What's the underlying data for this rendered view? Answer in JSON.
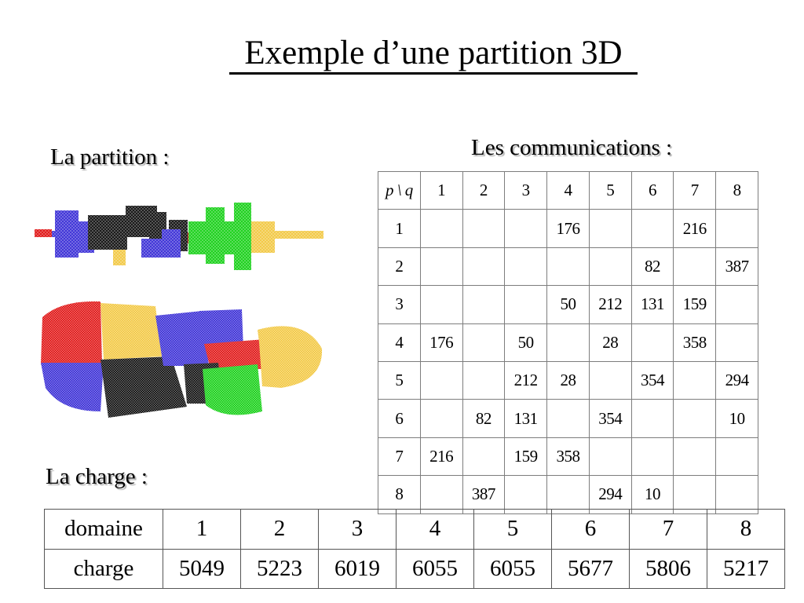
{
  "title": "Exemple d’une partition 3D",
  "partition_label": "La partition :",
  "communications_label": "Les communications :",
  "charge_label": "La charge :",
  "comm_table": {
    "corner": "p \\ q",
    "columns": [
      "1",
      "2",
      "3",
      "4",
      "5",
      "6",
      "7",
      "8"
    ],
    "rows": [
      {
        "p": "1",
        "cells": [
          "",
          "",
          "",
          "176",
          "",
          "",
          "216",
          ""
        ]
      },
      {
        "p": "2",
        "cells": [
          "",
          "",
          "",
          "",
          "",
          "82",
          "",
          "387"
        ]
      },
      {
        "p": "3",
        "cells": [
          "",
          "",
          "",
          "50",
          "212",
          "131",
          "159",
          ""
        ]
      },
      {
        "p": "4",
        "cells": [
          "176",
          "",
          "50",
          "",
          "28",
          "",
          "358",
          ""
        ]
      },
      {
        "p": "5",
        "cells": [
          "",
          "",
          "212",
          "28",
          "",
          "354",
          "",
          "294"
        ]
      },
      {
        "p": "6",
        "cells": [
          "",
          "82",
          "131",
          "",
          "354",
          "",
          "",
          "10"
        ]
      },
      {
        "p": "7",
        "cells": [
          "216",
          "",
          "159",
          "358",
          "",
          "",
          "",
          ""
        ]
      },
      {
        "p": "8",
        "cells": [
          "",
          "387",
          "",
          "",
          "294",
          "10",
          "",
          ""
        ]
      }
    ]
  },
  "charge_table": {
    "row1_label": "domaine",
    "row2_label": "charge",
    "domains": [
      "1",
      "2",
      "3",
      "4",
      "5",
      "6",
      "7",
      "8"
    ],
    "charges": [
      "5049",
      "5223",
      "6019",
      "6055",
      "6055",
      "5677",
      "5806",
      "5217"
    ]
  },
  "domain_colors": {
    "blue": "#3b2fd6",
    "black": "#111111",
    "red": "#e01515",
    "green": "#18d018",
    "yellow": "#f2c843"
  }
}
